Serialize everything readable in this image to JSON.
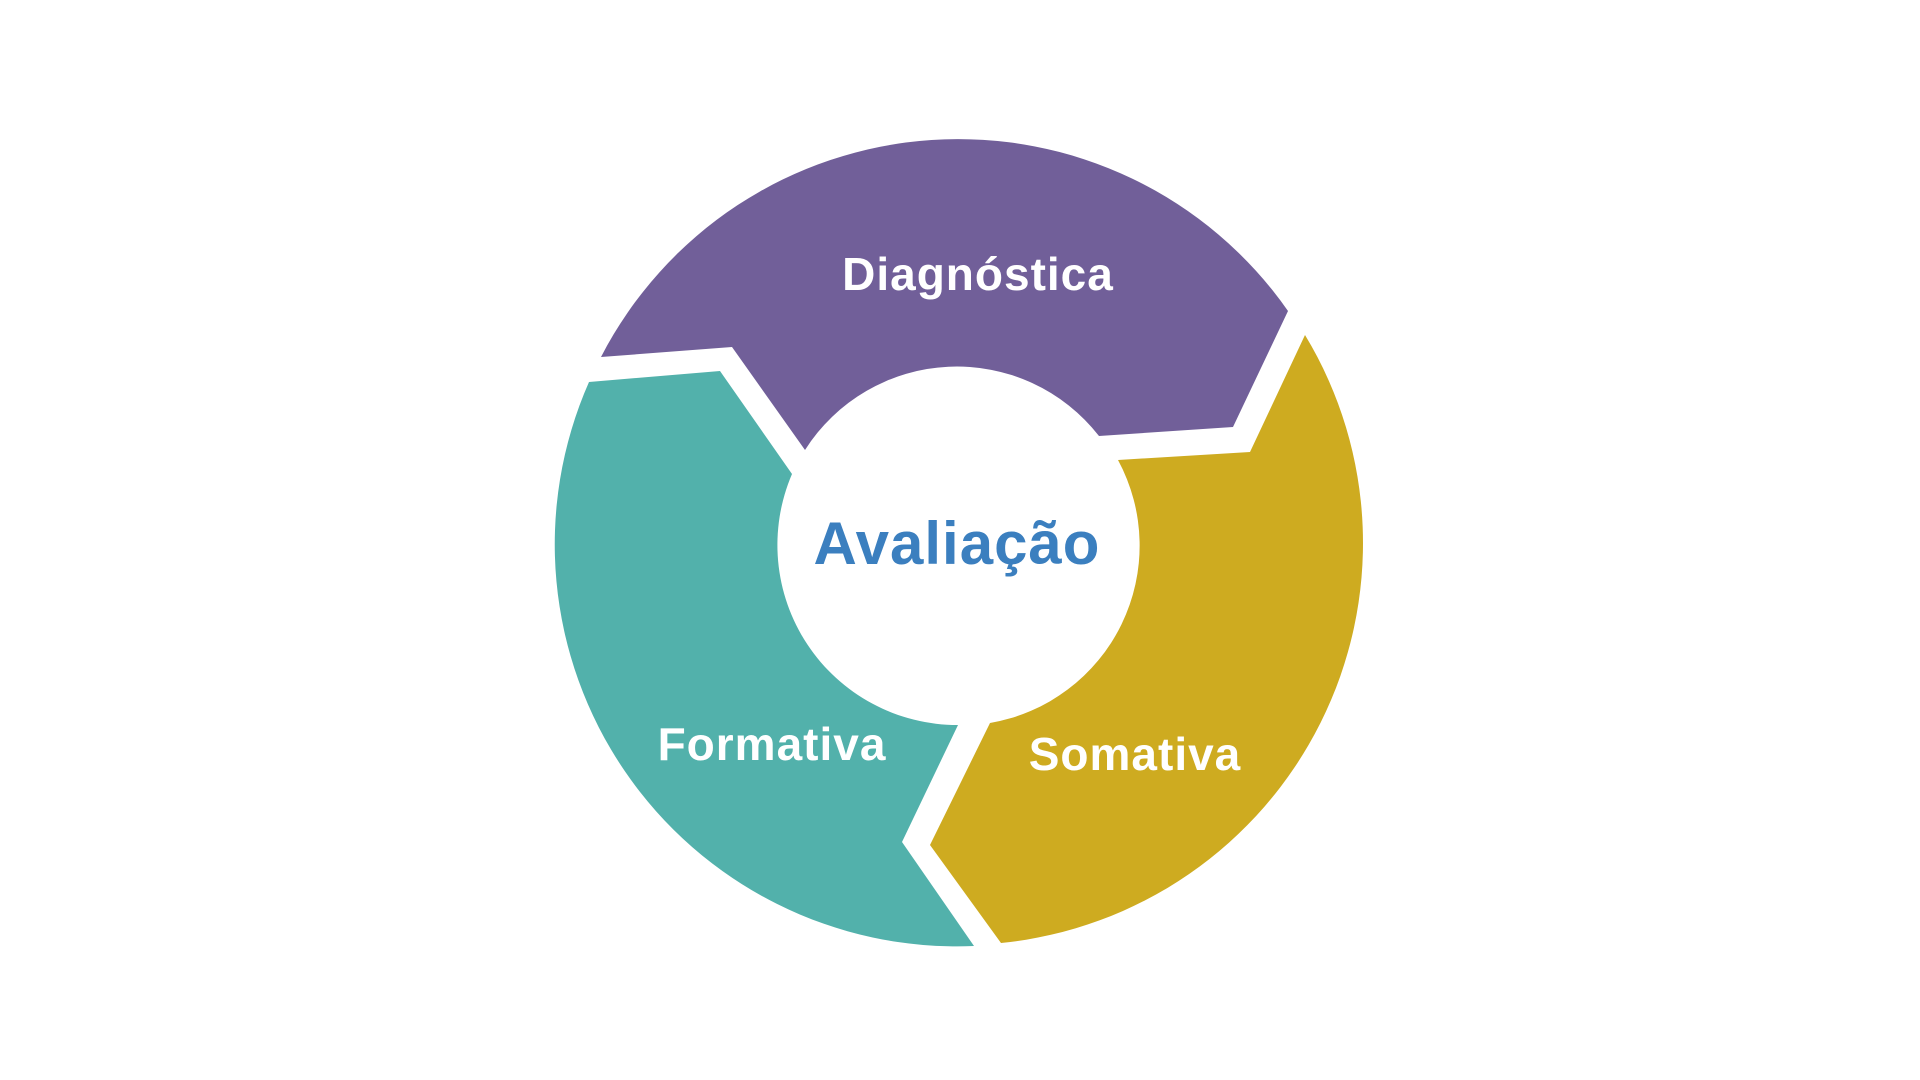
{
  "diagram": {
    "center": {
      "label": "Avaliação",
      "color": "#3b7fbf"
    },
    "segments": [
      {
        "label": "Diagnóstica",
        "color": "#715f99"
      },
      {
        "label": "Somativa",
        "color": "#ceab20"
      },
      {
        "label": "Formativa",
        "color": "#52b1ab"
      }
    ]
  }
}
